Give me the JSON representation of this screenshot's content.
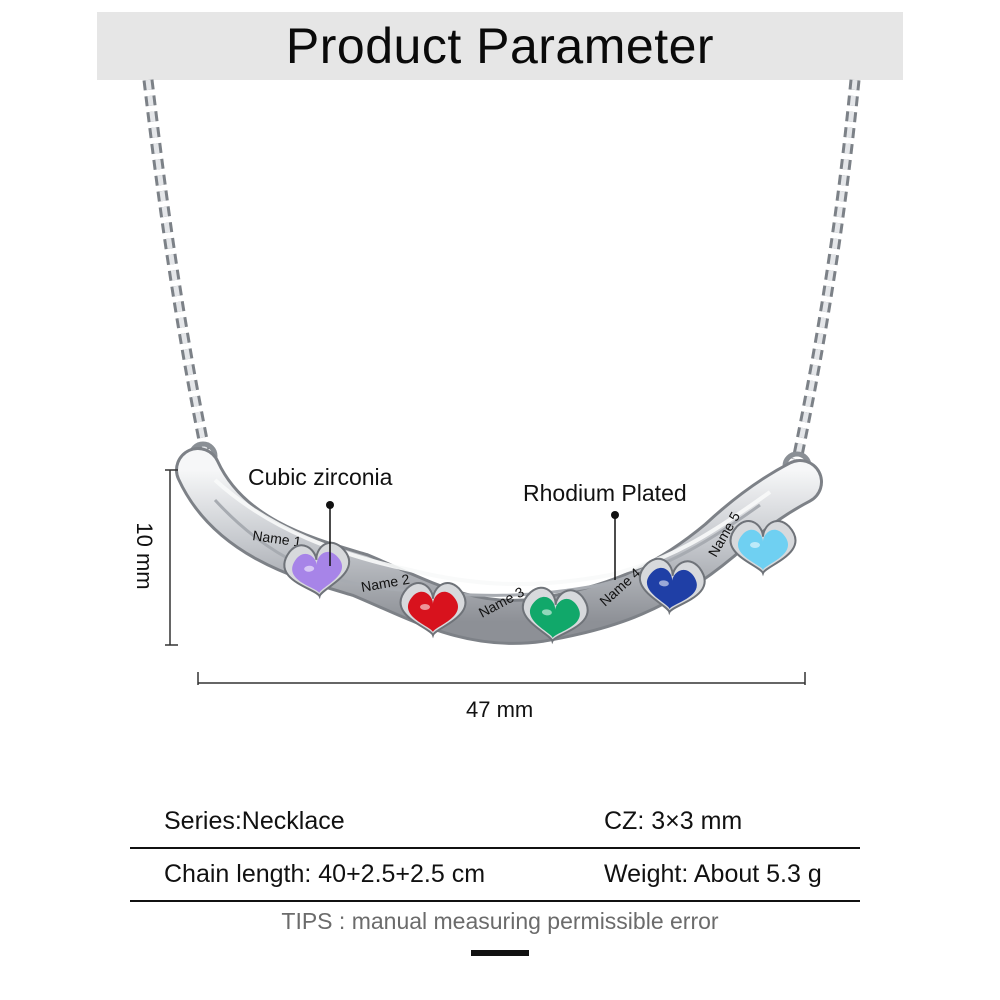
{
  "header": {
    "title": "Product Parameter"
  },
  "illustration": {
    "callouts": {
      "stone": "Cubic zirconia",
      "plating": "Rhodium Plated"
    },
    "dimensions": {
      "height": "10 mm",
      "width": "47 mm"
    },
    "ribbon_names": [
      "Name 1",
      "Name 2",
      "Name 3",
      "Name 4",
      "Name 5"
    ],
    "stones": [
      {
        "name": "lavender-heart-stone",
        "color": "#a784e8"
      },
      {
        "name": "red-heart-stone",
        "color": "#d8121d"
      },
      {
        "name": "green-heart-stone",
        "color": "#11a86a"
      },
      {
        "name": "blue-heart-stone",
        "color": "#1f3fa6"
      },
      {
        "name": "aqua-heart-stone",
        "color": "#6fd0f2"
      }
    ],
    "metal_color": "#c9ccd1"
  },
  "specs": [
    {
      "left": "Series:Necklace",
      "right": "CZ: 3×3 mm"
    },
    {
      "left": "Chain length: 40+2.5+2.5 cm",
      "right": "Weight: About 5.3 g"
    }
  ],
  "footer": {
    "tips": "TIPS : manual measuring permissible error"
  }
}
